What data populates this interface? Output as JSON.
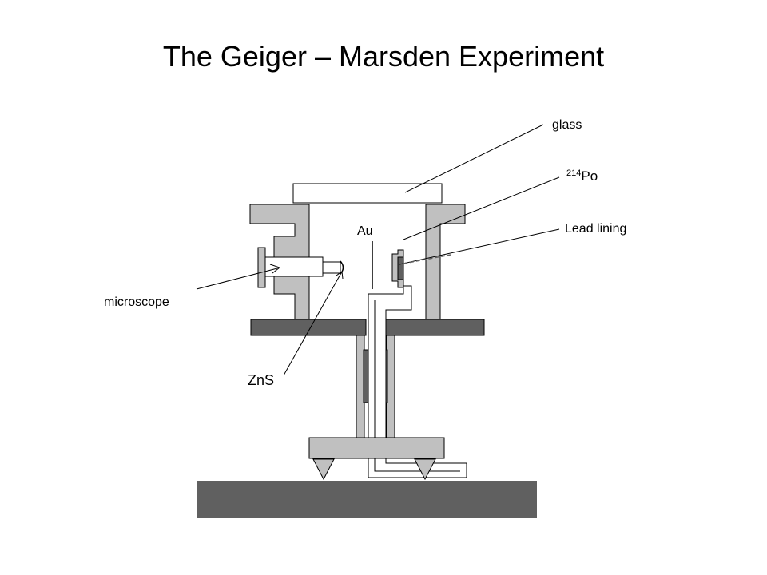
{
  "slide": {
    "title": "The Geiger – Marsden Experiment"
  },
  "labels": {
    "glass": "glass",
    "po_mass": "214",
    "po_symbol": "Po",
    "lead_lining": "Lead lining",
    "au": "Au",
    "microscope": "microscope",
    "zns": "ZnS"
  },
  "colors": {
    "wall_gray": "#c0c0c0",
    "dark_gray": "#606060",
    "outline": "#000000",
    "background": "#ffffff"
  }
}
